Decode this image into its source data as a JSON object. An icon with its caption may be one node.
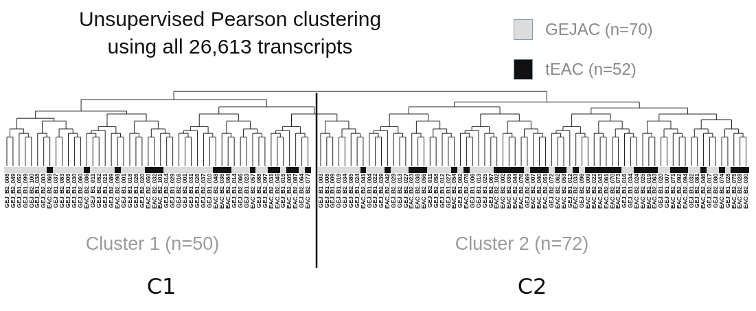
{
  "diagram": {
    "title": "Unsupervised Pearson clustering using all 26,613 transcripts",
    "labels": [
      "GEJ_B2_008",
      "GEJ_B2_049",
      "GEJ_B1_052",
      "GEJ_B1_099",
      "GEJ_B2_100",
      "GEJ_B1_038",
      "GEJ_B2_003",
      "EAC_B2_068",
      "GEJ_B1_037",
      "GEJ_B2_083",
      "GEJ_B1_005",
      "GEJ_B1_030",
      "GEJ_B2_060",
      "EAC_B2_086",
      "GEJ_B1_011",
      "GEJ_B2_052",
      "GEJ_B1_021",
      "GEJ_B2_089",
      "EAC_B2_098",
      "GEJ_B1_001",
      "GEJ_B1_018",
      "GEJ_B1_026",
      "GEJ_B2_020",
      "EAC_B2_050",
      "EAC_B2_032",
      "EAC_B2_101",
      "GEJ_B2_014",
      "GEJ_B1_029",
      "GEJ_B2_016",
      "GEJ_B2_001",
      "GEJ_B1_031",
      "GEJ_B1_026",
      "GEJ_B2_037",
      "GEJ_B1_010",
      "EAC_B2_048",
      "EAC_B2_036",
      "EAC_B2_084",
      "GEJ_B1_014",
      "GEJ_B2_066",
      "GEJ_B1_023",
      "EAC_B2_057",
      "GEJ_B2_088",
      "GEJ_B2_097",
      "EAC_B2_031",
      "EAC_B2_045",
      "GEJ_B1_015",
      "EAC_B2_005",
      "EAC_B2_087",
      "GEJ_B2_064",
      "EAC_B2_077",
      "GEJ_B1_003",
      "GEJ_B1_008",
      "GEJ_B1_009",
      "GEJ_B1_019",
      "GEJ_B2_034",
      "GEJ_B2_085",
      "GEJ_B1_024",
      "EAC_B2_041",
      "GEJ_B1_004",
      "GEJ_B1_022",
      "GEJ_B2_039",
      "EAC_B2_042",
      "GEJ_B2_029",
      "GEJ_B2_013",
      "GEJ_B2_027",
      "EAC_B2_023",
      "EAC_B2_038",
      "EAC_B2_056",
      "GEJ_B2_011",
      "GEJ_B2_058",
      "GEJ_B1_012",
      "GEJ_B1_027",
      "EAC_B2_054",
      "GEJ_B1_002",
      "EAC_B2_078",
      "GEJ_B1_006",
      "GEJ_B1_013",
      "GEJ_B1_025",
      "GEJ_B2_067",
      "EAC_B2_102",
      "EAC_B2_002",
      "EAC_B2_035",
      "EAC_B2_044",
      "EAC_B2_076",
      "GEJ_B2_069",
      "EAC_B2_007",
      "EAC_B2_040",
      "EAC_B2_051",
      "GEJ_B2_072",
      "EAC_B2_062",
      "EAC_B2_053",
      "GEJ_B1_012",
      "EAC_B2_033",
      "GEJ_B2_096",
      "EAC_B2_009",
      "EAC_B2_022",
      "EAC_B2_043",
      "EAC_B2_061",
      "EAC_B2_070",
      "EAC_B2_073",
      "GEJ_B1_016",
      "GEJ_B1_034",
      "EAC_B2_024",
      "EAC_B2_025",
      "EAC_B2_019",
      "EAC_B2_063",
      "GEJ_B1_020",
      "GEJ_B1_007",
      "EAC_B2_071",
      "EAC_B2_092",
      "EAC_B2_094",
      "GEJ_B1_032",
      "GEJ_B2_081",
      "EAC_B2_046",
      "GEJ_B2_017",
      "GEJ_B2_080",
      "EAC_B2_074",
      "GEJ_B1_028",
      "EAC_B2_075",
      "EAC_B2_028",
      "EAC_B2_030",
      "Cluster 1 (n=50)",
      "Cluster 2 (n=72)",
      "C1",
      "C2"
    ],
    "legend": [
      {
        "text": "GEJAC (n=70)",
        "color": "#dcdcdc"
      },
      {
        "text": "tEAC (n=52)",
        "color": "#111111"
      }
    ]
  }
}
